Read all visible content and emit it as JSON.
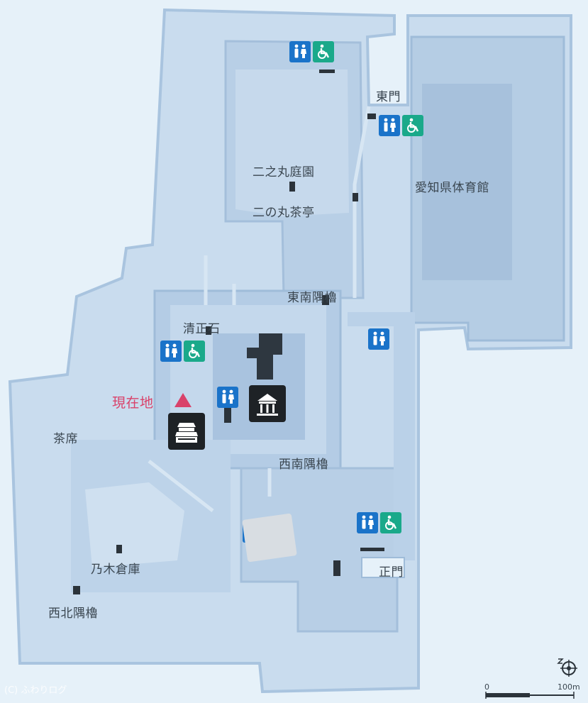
{
  "map": {
    "colors": {
      "background": "#e6f1f9",
      "outer_ground": "#c9dcee",
      "inner_ground": "#b8cfe6",
      "moat_lines": "#9fbcd9",
      "toilet": "#1a73c9",
      "accessible": "#1aa98a",
      "current_location": "#d9426a"
    },
    "labels": {
      "east_gate": "東門",
      "ninomaru_garden": "二之丸庭園",
      "ninomaru_teahouse": "二の丸茶亭",
      "aichi_gym": "愛知県体育館",
      "southeast_turret": "東南隅櫓",
      "kiyomasa_stone": "清正石",
      "current_location": "現在地",
      "tea_room": "茶席",
      "southwest_turret": "西南隅櫓",
      "nogi_warehouse": "乃木倉庫",
      "main_gate": "正門",
      "northwest_turret": "西北隅櫓"
    },
    "icons": [
      "toilet-icon",
      "accessible-toilet-icon",
      "palace-icon",
      "castle-tower-icon",
      "compass-icon"
    ],
    "scale": {
      "start": "0",
      "end": "100m"
    },
    "credit": "(C) ふわりログ"
  }
}
